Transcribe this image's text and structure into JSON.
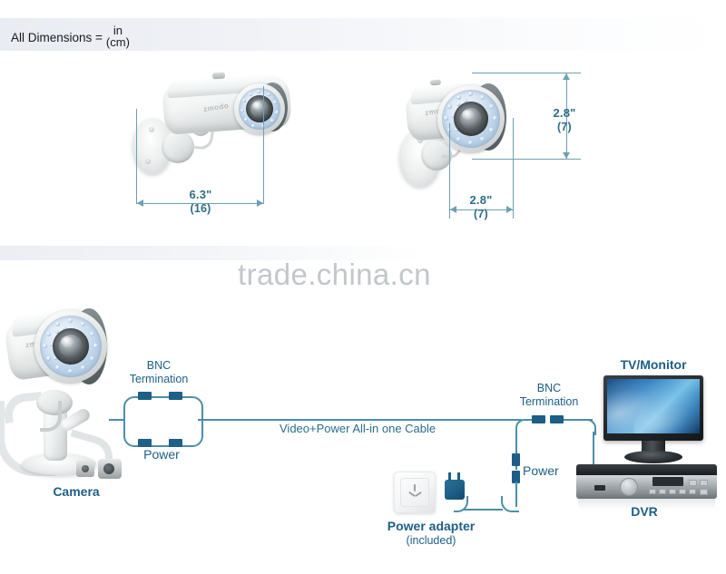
{
  "header": {
    "label": "All Dimensions =",
    "unit_numerator": "in",
    "unit_denominator": "(cm)"
  },
  "watermark": "trade.china.cn",
  "dimensions": {
    "left_camera": {
      "width_in": "6.3\"",
      "width_cm": "(16)"
    },
    "right_camera": {
      "height_in": "2.8\"",
      "height_cm": "(7)",
      "depth_in": "2.8\"",
      "depth_cm": "(7)"
    }
  },
  "camera_brand": "zmodo",
  "diagram": {
    "camera_label": "Camera",
    "bnc_left": {
      "line1": "BNC",
      "line2": "Termination"
    },
    "power_left": "Power",
    "cable_label": "Video+Power All-in one Cable",
    "bnc_right": {
      "line1": "BNC",
      "line2": "Termination"
    },
    "power_right": "Power",
    "adapter_label": "Power adapter",
    "adapter_sublabel": "(included)",
    "monitor_label": "TV/Monitor",
    "dvr_label": "DVR"
  },
  "colors": {
    "dim_line": "#6f9fb4",
    "dim_text": "#2f6d84",
    "wire": "#4a8fa8",
    "connector": "#1d5f86",
    "label_text": "#1d5f86",
    "watermark": "#c3c6cb"
  }
}
